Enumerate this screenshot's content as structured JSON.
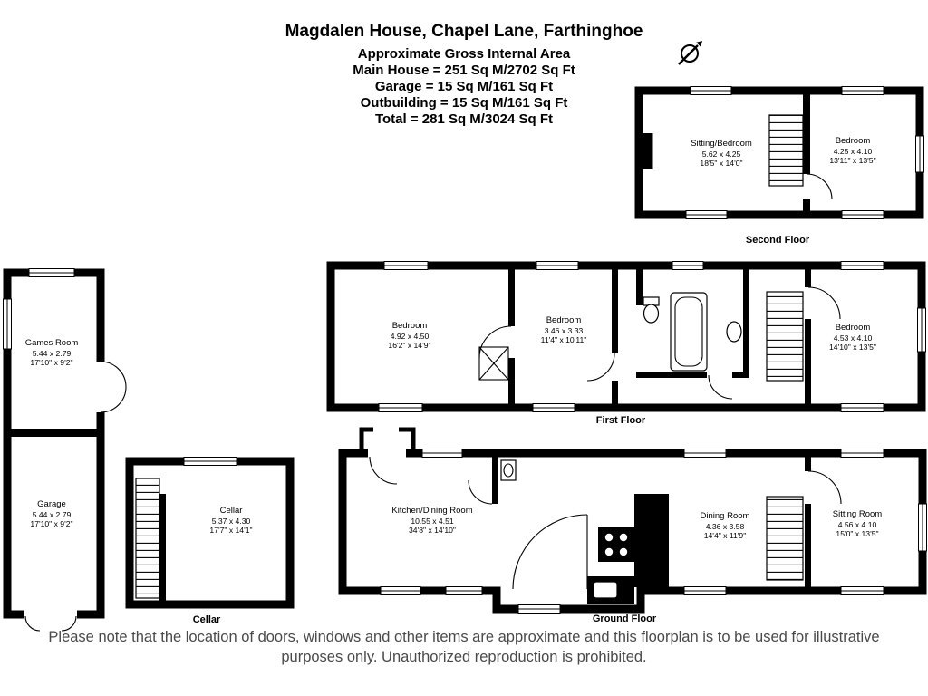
{
  "header": {
    "title": "Magdalen House, Chapel Lane, Farthinghoe",
    "lines": [
      "Approximate Gross Internal Area",
      "Main House = 251 Sq M/2702 Sq Ft",
      "Garage = 15 Sq M/161 Sq Ft",
      "Outbuilding = 15 Sq M/161 Sq Ft",
      "Total = 281 Sq M/3024 Sq Ft"
    ]
  },
  "compass": {
    "type": "north-arrow"
  },
  "floors": {
    "second": {
      "label": "Second Floor",
      "sitting_bedroom": {
        "name": "Sitting/Bedroom",
        "metric": "5.62 x 4.25",
        "imperial": "18'5\" x 14'0\""
      },
      "bedroom": {
        "name": "Bedroom",
        "metric": "4.25 x 4.10",
        "imperial": "13'11\" x 13'5\""
      }
    },
    "first": {
      "label": "First Floor",
      "bedroom_left": {
        "name": "Bedroom",
        "metric": "4.92 x 4.50",
        "imperial": "16'2\" x 14'9\""
      },
      "bedroom_middle": {
        "name": "Bedroom",
        "metric": "3.46 x 3.33",
        "imperial": "11'4\" x 10'11\""
      },
      "bedroom_right": {
        "name": "Bedroom",
        "metric": "4.53 x 4.10",
        "imperial": "14'10\" x 13'5\""
      }
    },
    "ground": {
      "label": "Ground Floor",
      "kitchen_dining": {
        "name": "Kitchen/Dining Room",
        "metric": "10.55 x 4.51",
        "imperial": "34'8\" x 14'10\""
      },
      "dining": {
        "name": "Dining Room",
        "metric": "4.36 x 3.58",
        "imperial": "14'4\" x 11'9\""
      },
      "sitting": {
        "name": "Sitting Room",
        "metric": "4.56 x 4.10",
        "imperial": "15'0\" x 13'5\""
      }
    },
    "outbuilding": {
      "games_room": {
        "name": "Games Room",
        "metric": "5.44 x 2.79",
        "imperial": "17'10\" x 9'2\""
      },
      "garage": {
        "name": "Garage",
        "metric": "5.44 x 2.79",
        "imperial": "17'10\" x 9'2\""
      }
    },
    "cellar": {
      "label": "Cellar",
      "room": {
        "name": "Cellar",
        "metric": "5.37 x 4.30",
        "imperial": "17'7\" x 14'1\""
      }
    }
  },
  "footer": {
    "disclaimer": "Please note that the location of doors, windows and other items are approximate and this floorplan is to be used for illustrative purposes only. Unauthorized reproduction is prohibited."
  },
  "colors": {
    "wall": "#000000",
    "footer_text": "#4a4a4a",
    "background": "#ffffff"
  }
}
